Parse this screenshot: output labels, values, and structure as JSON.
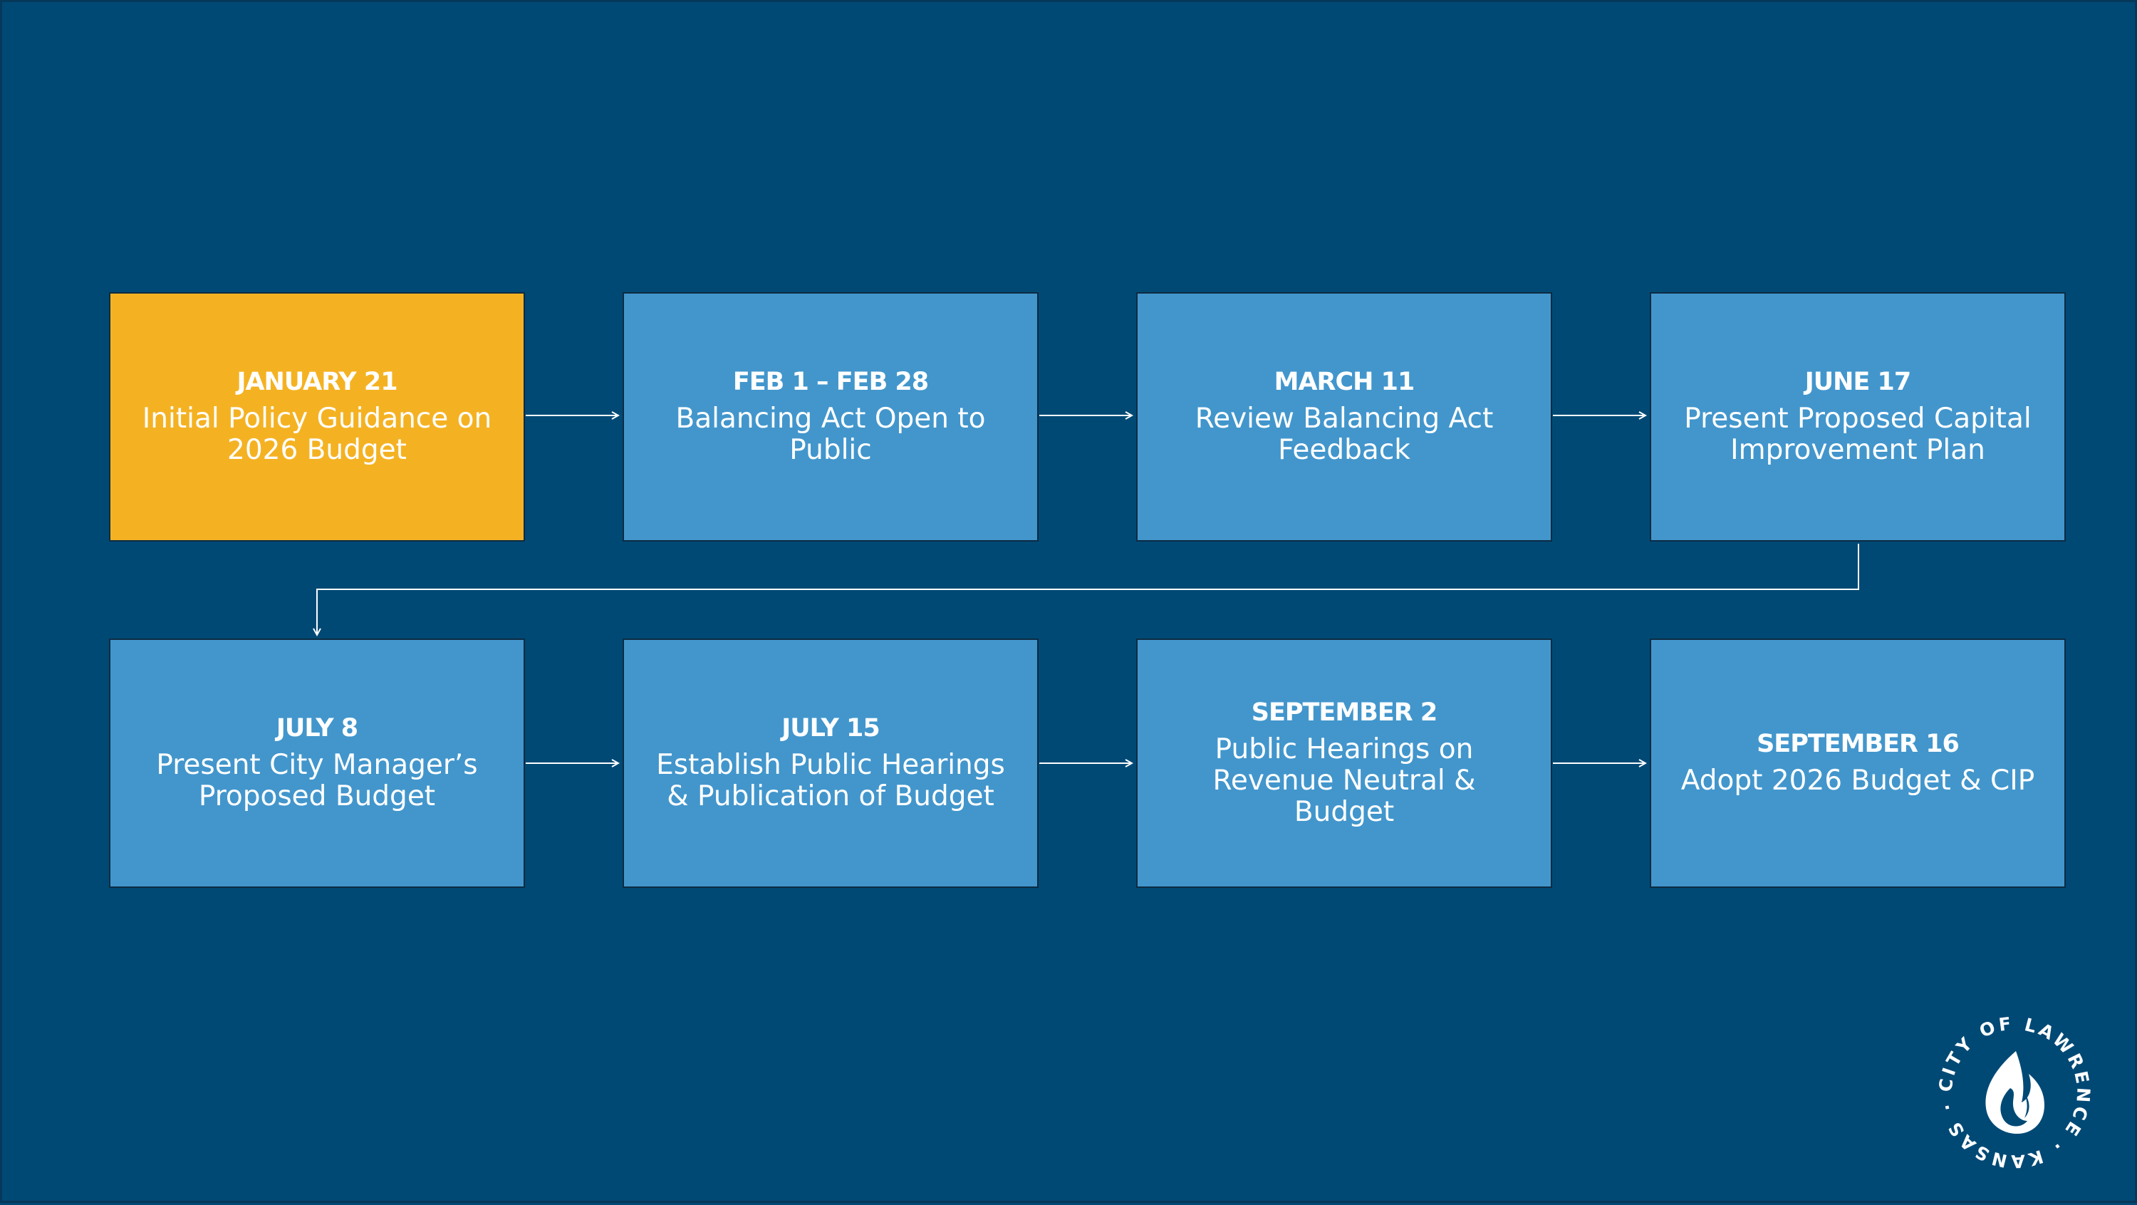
{
  "colors": {
    "background": "#004975",
    "step_default": "#4296cc",
    "step_highlight": "#f4b223",
    "text": "#ffffff",
    "connector": "#ffffff"
  },
  "steps": [
    {
      "date": "JANUARY 21",
      "description": "Initial Policy Guidance on 2026 Budget",
      "highlight": true
    },
    {
      "date": "FEB 1 – FEB 28",
      "description": "Balancing Act Open to Public",
      "highlight": false
    },
    {
      "date": "MARCH 11",
      "description": "Review Balancing Act Feedback",
      "highlight": false
    },
    {
      "date": "JUNE 17",
      "description": "Present Proposed Capital Improvement Plan",
      "highlight": false
    },
    {
      "date": "JULY 8",
      "description": "Present City Manager’s Proposed Budget",
      "highlight": false
    },
    {
      "date": "JULY 15",
      "description": "Establish Public Hearings & Publication of Budget",
      "highlight": false
    },
    {
      "date": "SEPTEMBER 2",
      "description": "Public Hearings on Revenue Neutral & Budget",
      "highlight": false
    },
    {
      "date": "SEPTEMBER 16",
      "description": "Adopt 2026 Budget & CIP",
      "highlight": false
    }
  ],
  "logo": {
    "ring_text": "CITY OF LAWRENCE · KANSAS ·",
    "icon": "flame-icon"
  }
}
